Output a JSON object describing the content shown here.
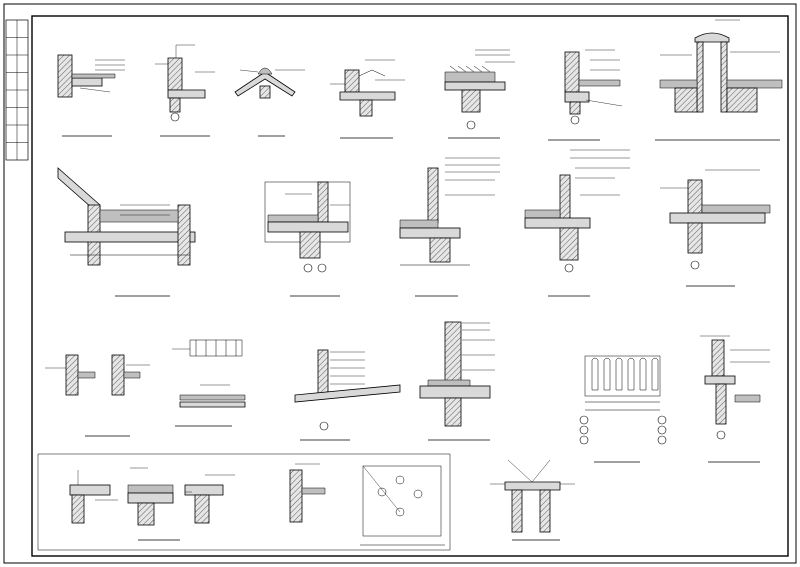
{
  "sheet": {
    "title_block_labels": [
      "",
      "",
      "",
      "",
      "",
      "",
      "",
      ""
    ]
  },
  "details": [
    {
      "id": "d1"
    },
    {
      "id": "d2"
    },
    {
      "id": "d3"
    },
    {
      "id": "d4"
    },
    {
      "id": "d5"
    },
    {
      "id": "d6"
    },
    {
      "id": "d7"
    },
    {
      "id": "d8"
    },
    {
      "id": "d9"
    },
    {
      "id": "d10"
    },
    {
      "id": "d11"
    },
    {
      "id": "d12"
    },
    {
      "id": "d13"
    },
    {
      "id": "d14"
    },
    {
      "id": "d15"
    },
    {
      "id": "d16"
    },
    {
      "id": "d17"
    },
    {
      "id": "d18"
    },
    {
      "id": "d19"
    },
    {
      "id": "d20"
    },
    {
      "id": "d21"
    },
    {
      "id": "d22"
    },
    {
      "id": "d23"
    },
    {
      "id": "d24"
    },
    {
      "id": "d25"
    },
    {
      "id": "d26"
    },
    {
      "id": "d27"
    },
    {
      "id": "d28"
    }
  ],
  "colors": {
    "ink": "#000000",
    "paper": "#ffffff",
    "fill": "#d9d9d9"
  }
}
